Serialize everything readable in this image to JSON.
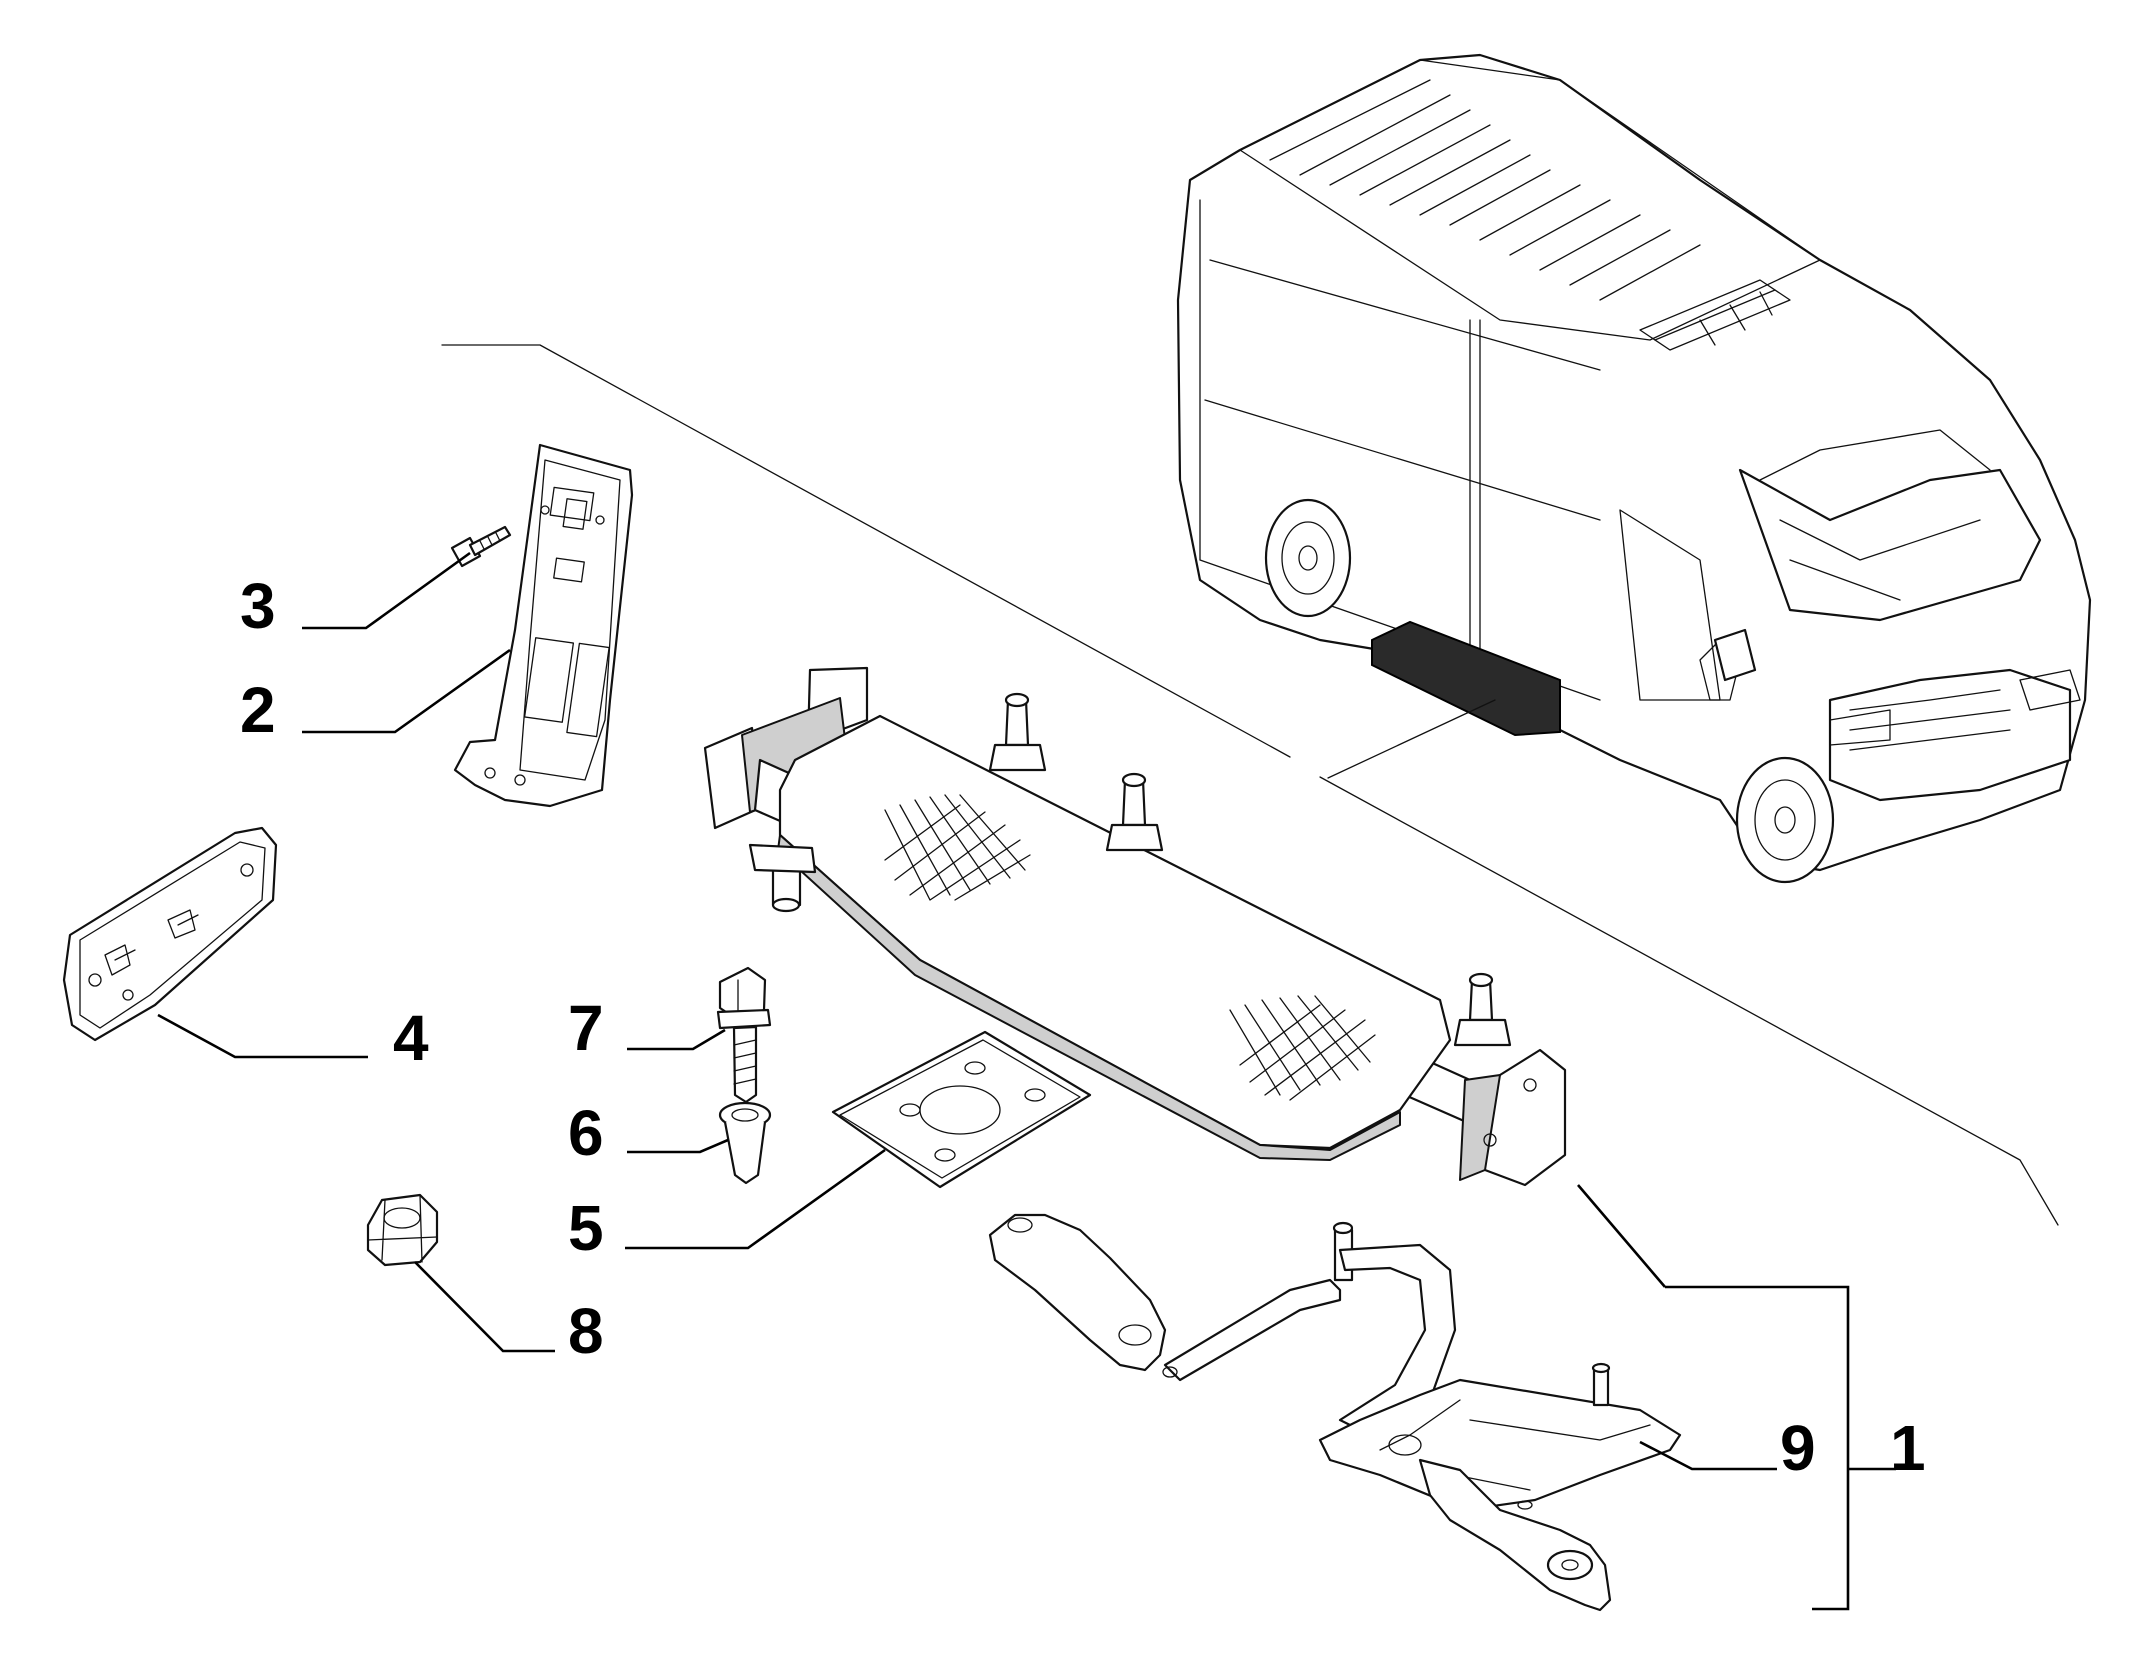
{
  "callouts": {
    "c1": "1",
    "c2": "2",
    "c3": "3",
    "c4": "4",
    "c5": "5",
    "c6": "6",
    "c7": "7",
    "c8": "8",
    "c9": "9"
  },
  "colors": {
    "line": "#111111",
    "background": "#ffffff",
    "shade": "#cfcfcf",
    "highlight": "#2a2a2a"
  }
}
